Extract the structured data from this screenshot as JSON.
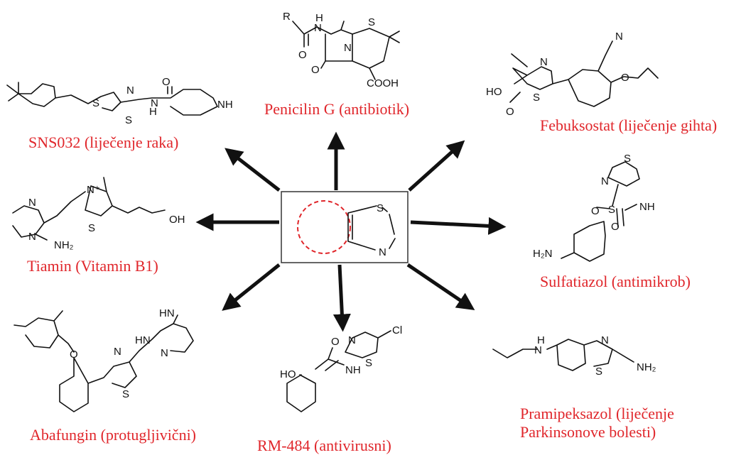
{
  "captions": {
    "penicillin": "Penicilin G (antibiotik)",
    "sns032": "SNS032 (liječenje raka)",
    "febuksostat": "Febuksostat (liječenje gihta)",
    "tiamin": "Tiamin (Vitamin B1)",
    "sulfatiazol": "Sulfatiazol (antimikrob)",
    "abafungin": "Abafungin (protugljivični)",
    "rm484": "RM-484 (antivirusni)",
    "pramipeksazol": "Pramipeksazol (liječenje Parkinsonove bolesti)"
  },
  "atoms": {
    "R": "R",
    "O": "O",
    "N": "N",
    "S": "S",
    "H": "H",
    "NH": "NH",
    "HN": "HN",
    "COOH": "COOH",
    "HO": "HO",
    "OH": "OH",
    "Cl": "Cl",
    "NH2": "NH₂",
    "H2N": "H₂N",
    "Nplus": "N⁺"
  },
  "colors": {
    "caption": "#e0262b",
    "dashed_ring": "#e0262b",
    "ink": "#111111"
  }
}
